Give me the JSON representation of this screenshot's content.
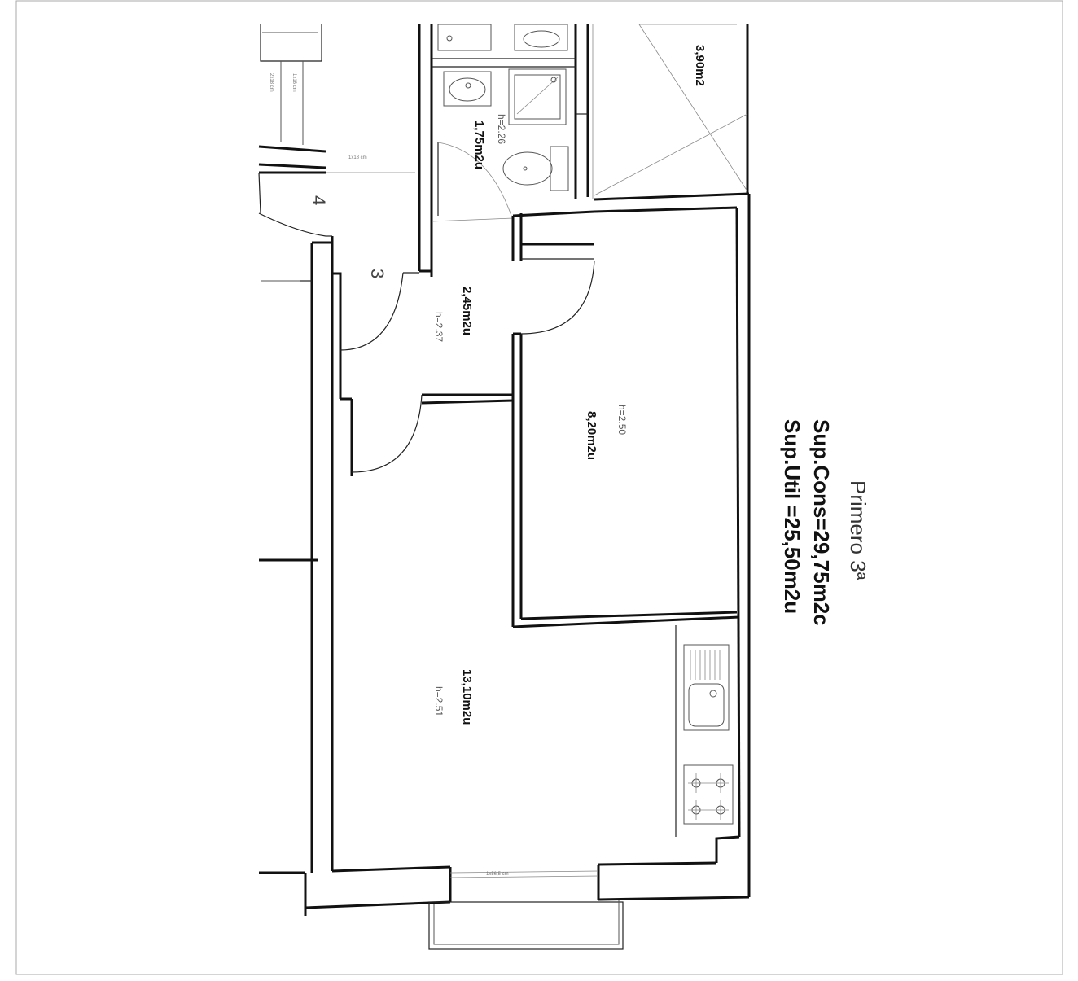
{
  "plan": {
    "unit_name": "Primero 3ª",
    "sup_cons": "Sup.Cons=29,75m2c",
    "sup_util": "Sup.Util   =25,50m2u"
  },
  "rooms": {
    "terrace": {
      "area": "3,90m2"
    },
    "bathroom": {
      "area": "1,75m2u",
      "height": "h=2.26"
    },
    "hall": {
      "area": "2,45m2u",
      "height": "h=2.37"
    },
    "bedroom": {
      "area": "8,20m2u",
      "height": "h=2.50"
    },
    "living_kitchen": {
      "area": "13,10m2u",
      "height": "h=2.51"
    }
  },
  "markers": {
    "door_3": "3",
    "door_4": "4"
  },
  "dimensions": {
    "window_top_left_a": "1x18 cm",
    "window_top_left_b": "2x18 cm",
    "door_top": "1x18 cm",
    "window_bottom": "1x56,5 cm"
  }
}
